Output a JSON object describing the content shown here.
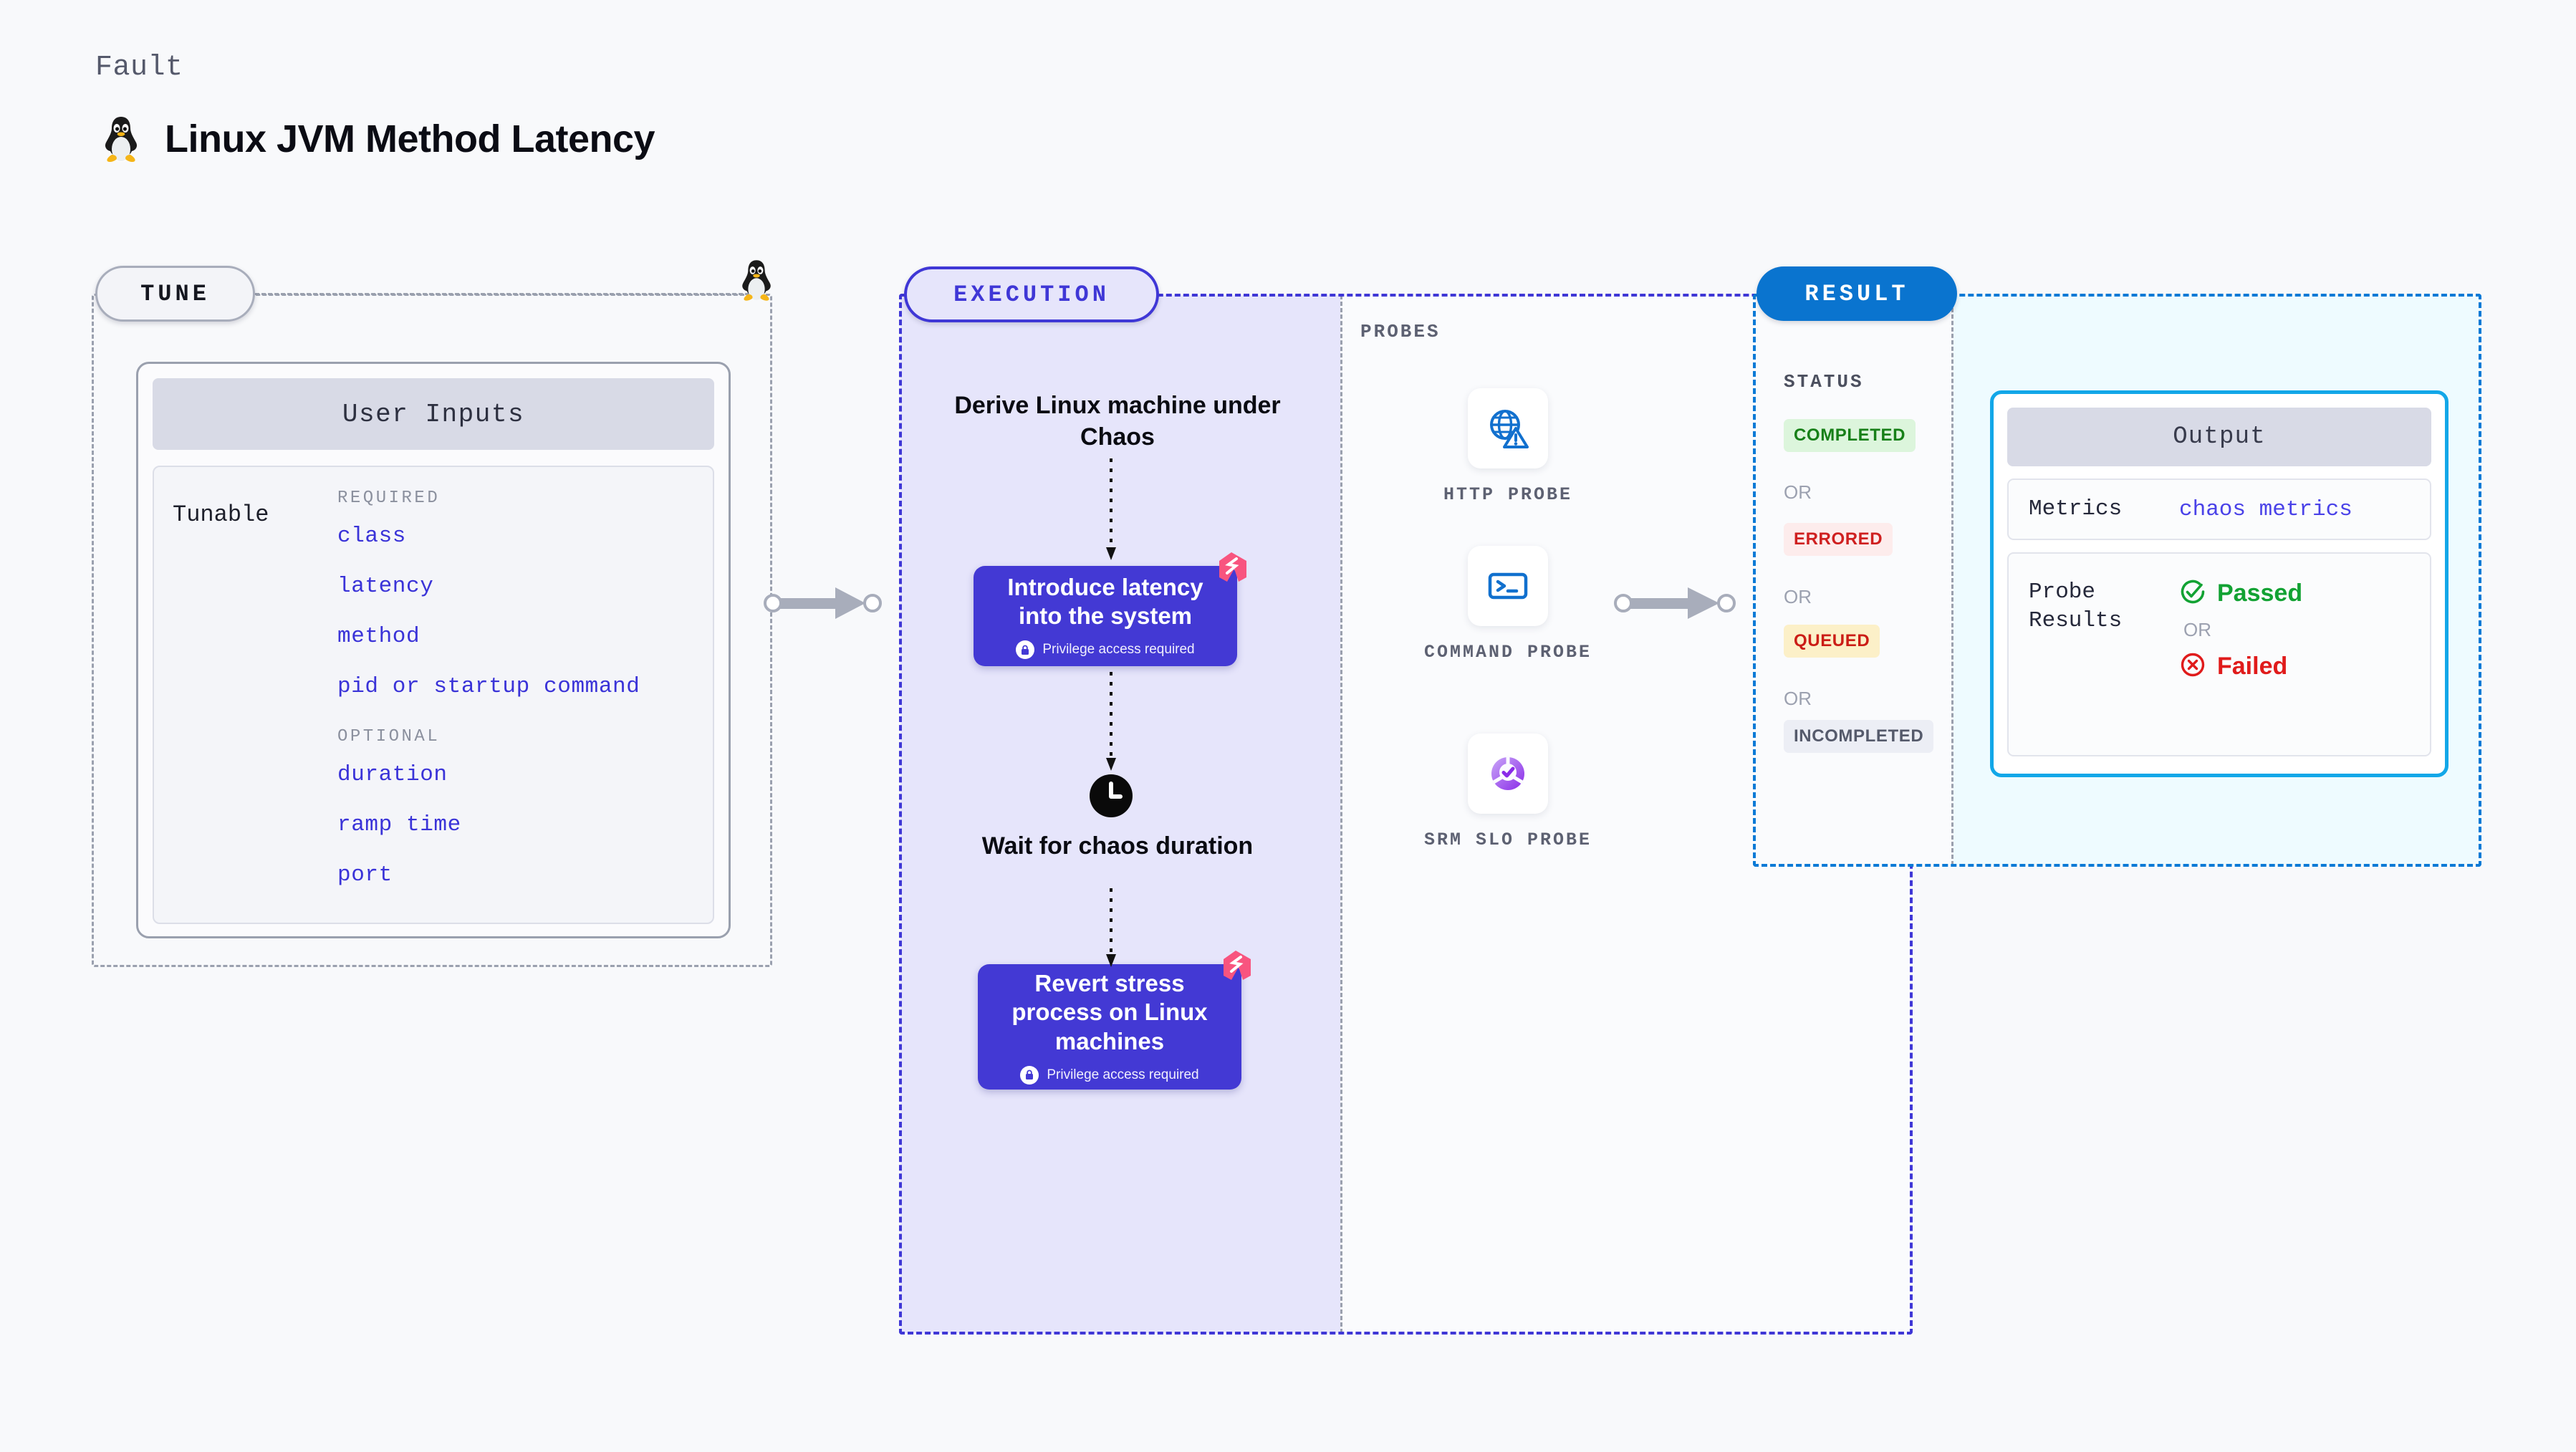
{
  "header": {
    "kicker": "Fault",
    "title": "Linux JVM Method Latency",
    "icon": "linux-penguin-icon"
  },
  "tune": {
    "badge": "TUNE",
    "icon": "linux-penguin-icon",
    "card_title": "User Inputs",
    "tunable_label": "Tunable",
    "required_heading": "REQUIRED",
    "required_items": [
      "class",
      "latency",
      "method",
      "pid or startup command"
    ],
    "optional_heading": "OPTIONAL",
    "optional_items": [
      "duration",
      "ramp time",
      "port"
    ]
  },
  "execution": {
    "badge": "EXECUTION",
    "derive_step": "Derive Linux machine under Chaos",
    "steps": [
      {
        "title": "Introduce latency into the system",
        "privilege": "Privilege access required",
        "badge_icon": "litmus-chaos-icon"
      },
      {
        "title": "Revert stress process on Linux machines",
        "privilege": "Privilege access required",
        "badge_icon": "litmus-chaos-icon"
      }
    ],
    "wait_step": {
      "icon": "clock-icon",
      "label": "Wait for chaos duration"
    }
  },
  "probes": {
    "title": "PROBES",
    "items": [
      {
        "label": "HTTP PROBE",
        "icon": "globe-alert-icon"
      },
      {
        "label": "COMMAND PROBE",
        "icon": "terminal-icon"
      },
      {
        "label": "SRM SLO PROBE",
        "icon": "slo-check-icon"
      }
    ]
  },
  "result": {
    "badge": "RESULT",
    "status_title": "STATUS",
    "or_label": "OR",
    "statuses": [
      {
        "label": "COMPLETED",
        "bg": "#dcf5dc",
        "fg": "#178018"
      },
      {
        "label": "ERRORED",
        "bg": "#fdecec",
        "fg": "#cf2020"
      },
      {
        "label": "QUEUED",
        "bg": "#fcf0c8",
        "fg": "#cb1d16"
      },
      {
        "label": "INCOMPLETED",
        "bg": "#eceef5",
        "fg": "#555a6b"
      }
    ],
    "output": {
      "title": "Output",
      "metrics_key": "Metrics",
      "metrics_value": "chaos metrics",
      "probe_results_key": "Probe Results",
      "passed_label": "Passed",
      "failed_label": "Failed",
      "or_label": "OR"
    }
  },
  "colors": {
    "accent_purple": "#4339d4",
    "accent_blue": "#0a74cf",
    "accent_cyan": "#12a7e8",
    "tune_gray": "#9aa0ae",
    "link_blue": "#3a33d8",
    "litmus_pink": "#f8547f",
    "page_bg": "#f8f9fb"
  }
}
